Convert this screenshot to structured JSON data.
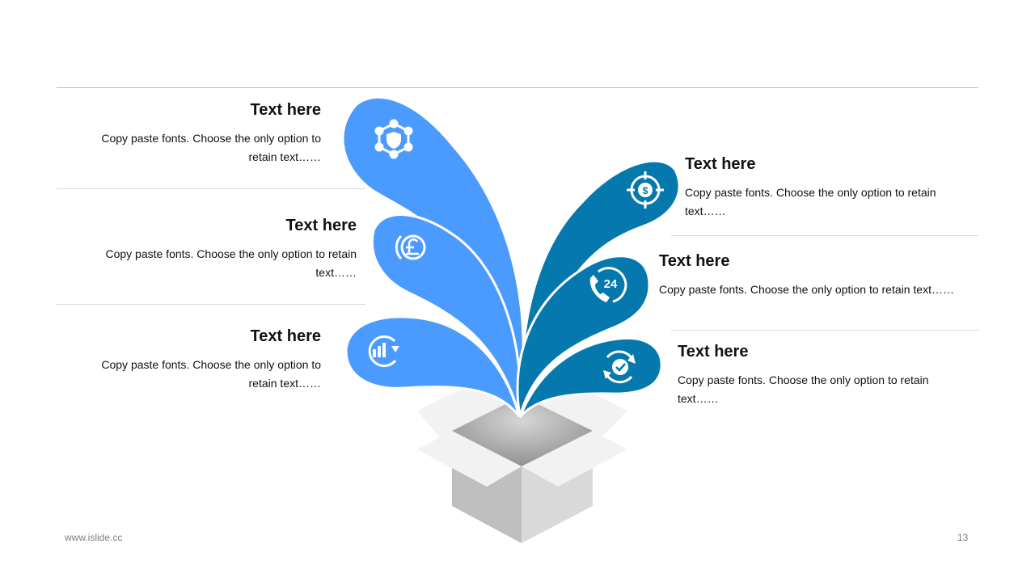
{
  "items": [
    {
      "title": "Text here",
      "desc": "Copy paste fonts. Choose the only option to retain text……",
      "icon": "shield-network-icon"
    },
    {
      "title": "Text here",
      "desc": "Copy paste fonts. Choose the only option to retain text……",
      "icon": "pound-coin-icon"
    },
    {
      "title": "Text here",
      "desc": "Copy paste fonts. Choose the only option to retain text……",
      "icon": "bar-chart-refresh-icon"
    },
    {
      "title": "Text here",
      "desc": "Copy paste fonts. Choose the only option to retain text……",
      "icon": "dollar-target-icon"
    },
    {
      "title": "Text here",
      "desc": "Copy paste fonts. Choose the only option to retain text……",
      "icon": "phone-24-icon",
      "icon_text": "24"
    },
    {
      "title": "Text here",
      "desc": "Copy paste fonts. Choose the only option to retain text……",
      "icon": "gear-check-icon"
    }
  ],
  "colors": {
    "light_blue": "#4b9bff",
    "dark_blue": "#0578ad",
    "box_gray": "#bfbfbf"
  },
  "footer": {
    "website": "www.islide.cc",
    "page_number": "13"
  }
}
